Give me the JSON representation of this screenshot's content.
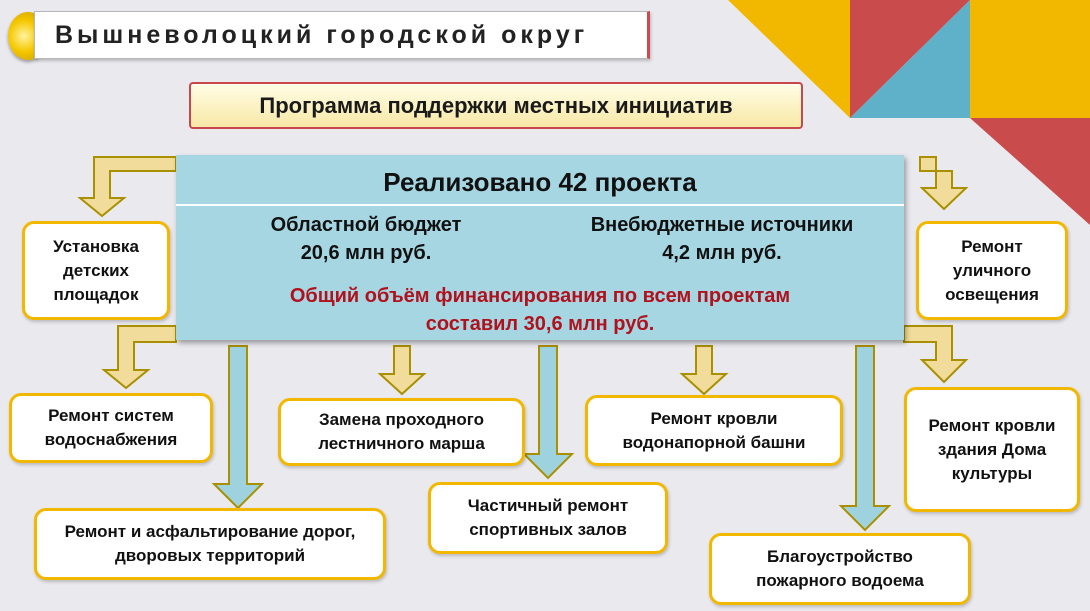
{
  "header": {
    "title": "Вышневолоцкий городской округ"
  },
  "program": {
    "title": "Программа поддержки местных инициатив"
  },
  "summary": {
    "title": "Реализовано 42 проекта",
    "regional_label": "Областной  бюджет",
    "regional_amount": "20,6 млн руб.",
    "extra_label": "Внебюджетные источники",
    "extra_amount": "4,2 млн руб.",
    "total_line1": "Общий объём финансирования по всем проектам",
    "total_line2": "составил 30,6 млн руб."
  },
  "projects": [
    "Установка детских площадок",
    "Ремонт уличного освещения",
    "Ремонт систем водоснабжения",
    "Замена проходного лестничного марша",
    "Ремонт кровли водонапорной башни",
    "Ремонт кровли здания Дома культуры",
    "Ремонт и асфальтирование дорог, дворовых территорий",
    "Частичный ремонт спортивных залов",
    "Благоустройство пожарного водоема"
  ],
  "colors": {
    "arrow_yellow": "#f2dc9b",
    "arrow_blue": "#9fd2df",
    "arrow_outline": "#a89000",
    "card_border": "#f2b800",
    "total_text": "#b0121d",
    "panel": "#a6d6e2",
    "corner_yellow": "#f2b800",
    "corner_red": "#c94b4b",
    "corner_blue": "#5fb0c9"
  }
}
